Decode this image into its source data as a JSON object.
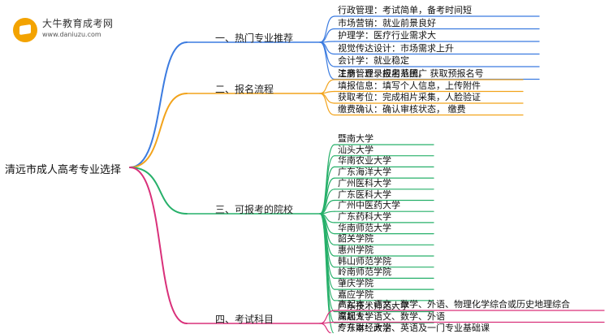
{
  "logo": {
    "title": "大牛教育成考网",
    "url": "www.daniuzu.com"
  },
  "root": "清远市成人高考专业选择",
  "branches": [
    {
      "label": "一、热门专业推荐",
      "color": "#3b7be0",
      "items": [
        "行政管理：考试简单，备考时间短",
        "市场营销：就业前景良好",
        "护理学：医疗行业需求大",
        "视觉传达设计：市场需求上升",
        "会计学：就业稳定",
        "工商管理：应用范围广"
      ]
    },
    {
      "label": "二、报名流程",
      "color": "#f2a31b",
      "items": [
        "注册：登录报名系统， 获取预报名号",
        "填报信息：填写个人信息，上传附件",
        "获取考位：完成相片采集，人脸验证",
        "缴费确认：确认审核状态， 缴费"
      ]
    },
    {
      "label": "三、可报考的院校",
      "color": "#27b06a",
      "items": [
        "暨南大学",
        "汕头大学",
        "华南农业大学",
        "广东海洋大学",
        "广州医科大学",
        "广东医科大学",
        "广州中医药大学",
        "广东药科大学",
        "华南师范大学",
        "韶关学院",
        "惠州学院",
        "韩山师范学院",
        "岭南师范学院",
        "肇庆学院",
        "嘉应学院",
        "广东技术师范大学",
        "深圳大学",
        "广东财经大学"
      ]
    },
    {
      "label": "四、考试科目",
      "color": "#d9307a",
      "items": [
        "高起本：语文、数学、外语、物理化学综合或历史地理综合",
        "高起专：语文、数学、外语",
        "专升本：政治、英语及一门专业基础课"
      ]
    }
  ]
}
